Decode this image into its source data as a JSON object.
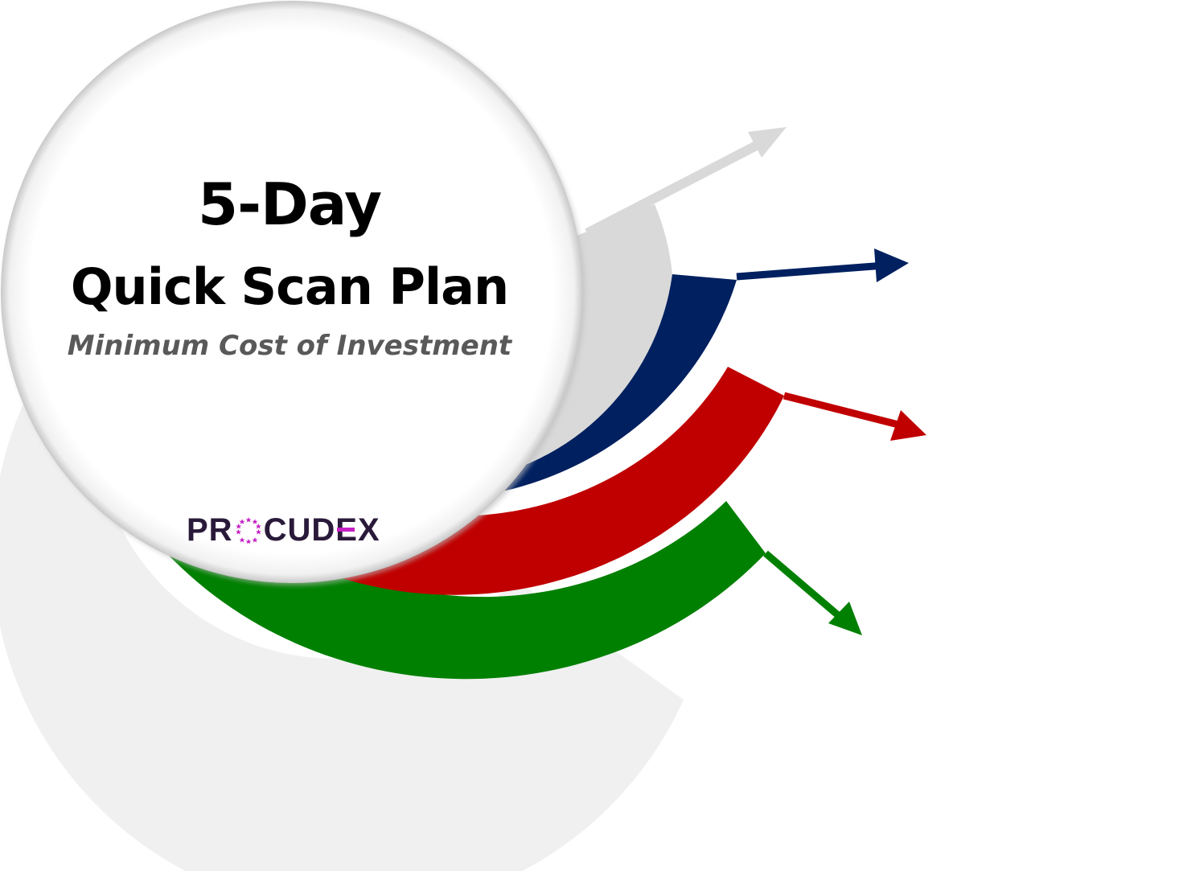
{
  "title": {
    "line1": "5-Day",
    "line2": "Quick Scan Plan"
  },
  "subtitle": "Minimum Cost of Investment",
  "logo": {
    "text_before": "PR",
    "text_after_1": "CUD",
    "text_e": "E",
    "text_after_2": "X",
    "ring_color": "#c41ec4",
    "text_color": "#2a1a3a"
  },
  "colors": {
    "gray_band": "#d9d9d9",
    "navy_band": "#002060",
    "red_band": "#c00000",
    "green_band": "#008000",
    "shadow": "#f0f0f0",
    "disc": "#ffffff"
  }
}
